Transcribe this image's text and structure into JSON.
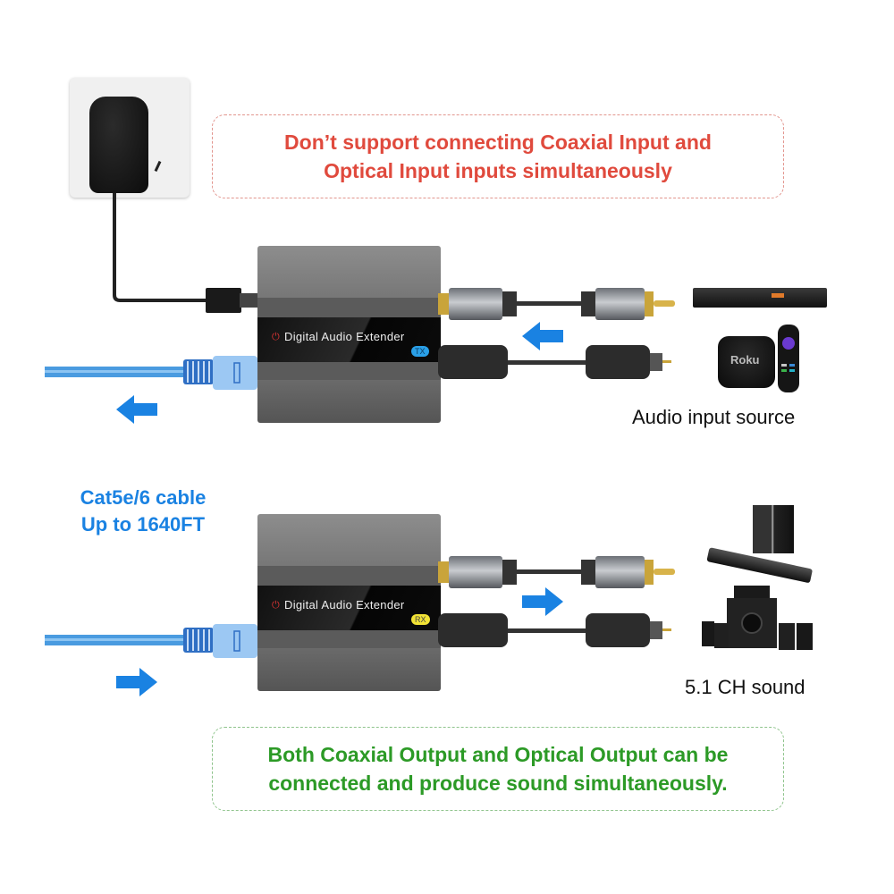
{
  "notes": {
    "top": {
      "line1": "Don’t support connecting Coaxial Input and",
      "line2": "Optical Input inputs simultaneously",
      "color": "#e04a3d"
    },
    "bottom": {
      "line1": "Both Coaxial Output and Optical Output can be",
      "line2": "connected and produce sound simultaneously.",
      "color": "#2c9a26"
    }
  },
  "cable": {
    "line1": "Cat5e/6 cable",
    "line2": "Up to 1640FT",
    "color": "#1a82e2"
  },
  "transmitter": {
    "name": "Digital Audio Extender",
    "badge": "TX",
    "badge_color": "#2aa0e8"
  },
  "receiver": {
    "name": "Digital Audio Extender",
    "badge": "RX",
    "badge_color": "#f2e335"
  },
  "sources": {
    "caption": "Audio input source",
    "devices": [
      "dvd-player",
      "roku-box",
      "roku-remote"
    ],
    "roku_logo": "Roku"
  },
  "outputs": {
    "caption": "5.1 CH sound",
    "devices": [
      "soundbar",
      "subwoofer",
      "5.1-speaker-set"
    ]
  },
  "arrows": {
    "color": "#1a82e2",
    "tx_cable": "left",
    "tx_input": "left",
    "rx_cable": "right",
    "rx_output": "right"
  },
  "power": {
    "adapter": "wall-power-adapter"
  }
}
